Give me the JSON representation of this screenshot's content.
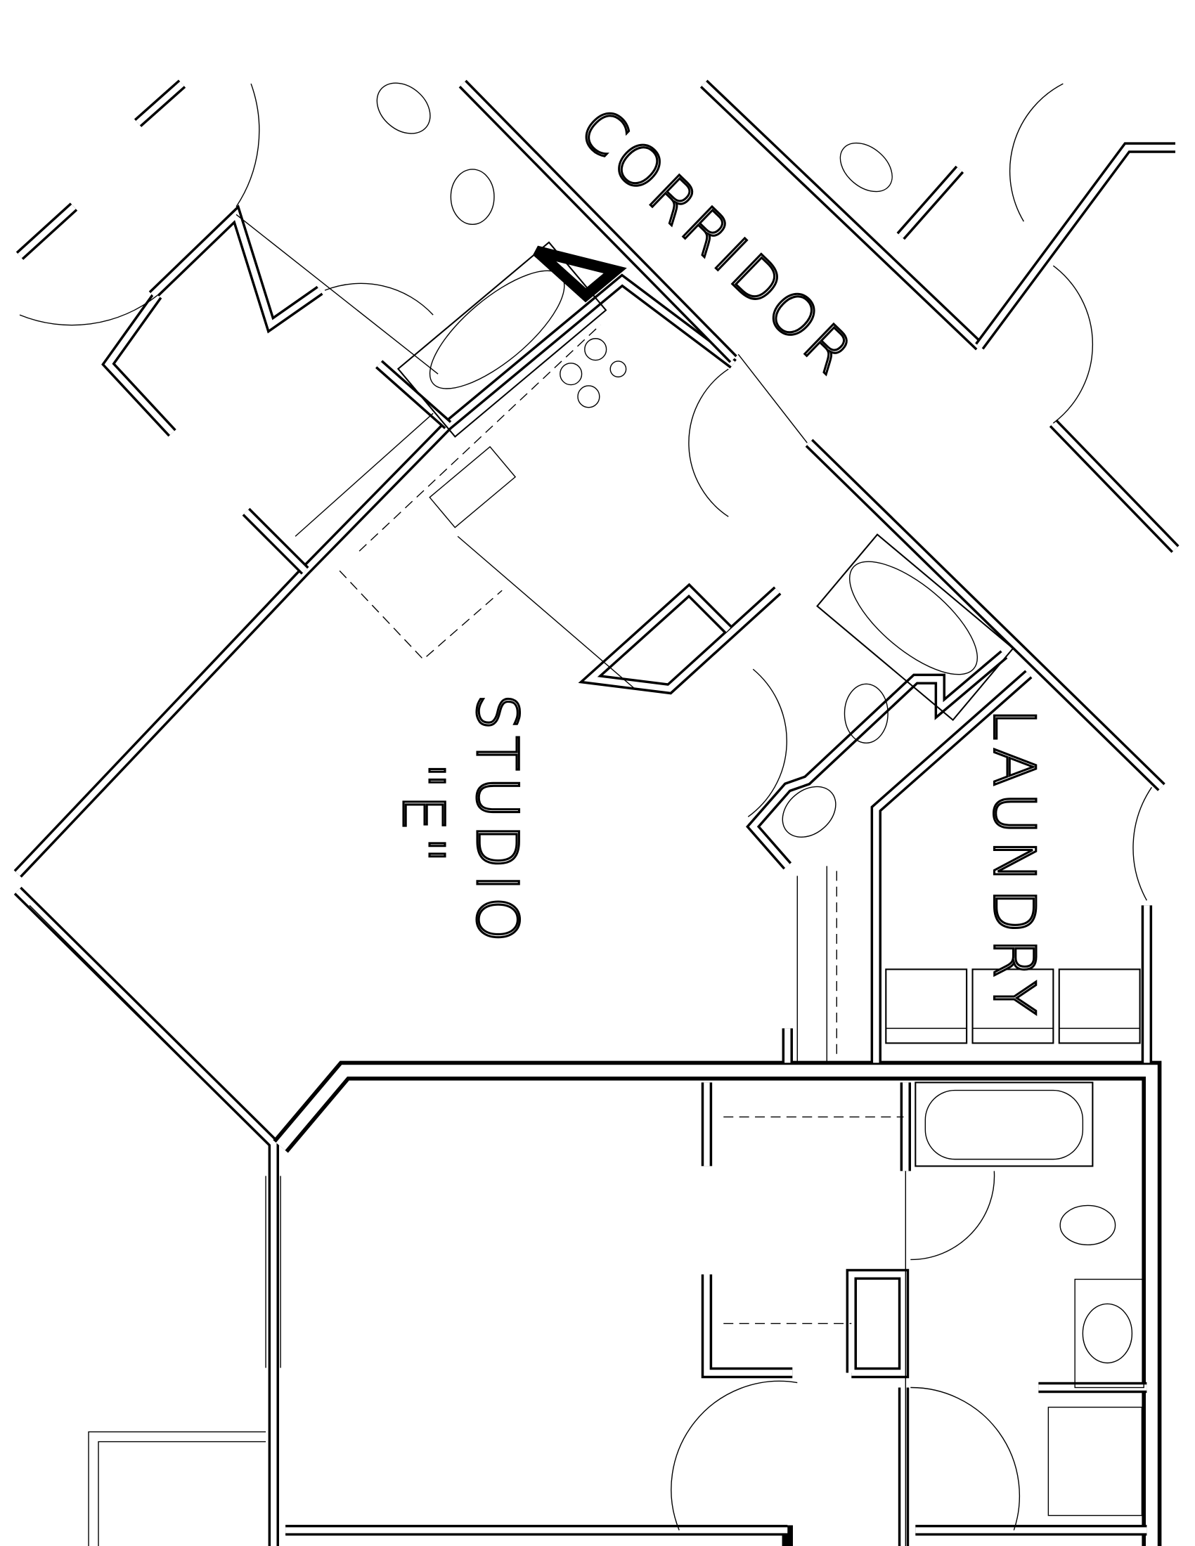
{
  "labels": {
    "corridor": "CORRIDOR",
    "studio": "STUDIO",
    "unit_letter": "\"E\"",
    "laundry": "LAUNDRY"
  },
  "colors": {
    "line": "#000000",
    "background": "#ffffff"
  }
}
